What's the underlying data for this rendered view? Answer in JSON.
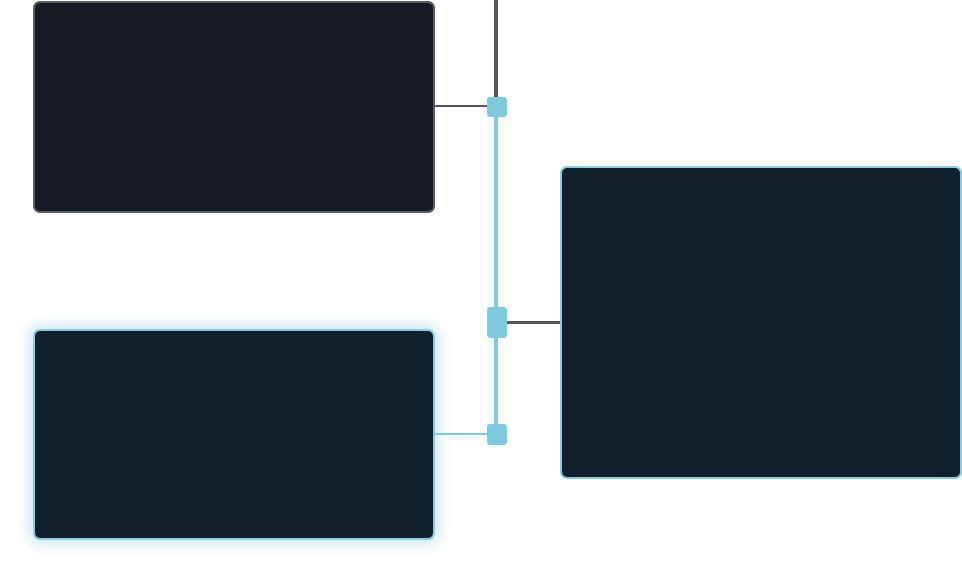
{
  "diagram": {
    "colors": {
      "canvas_background": "#ffffff",
      "card_dark_fill": "#151a24",
      "card_dark_border": "#5a5c66",
      "card_active_fill": "#11202d",
      "card_active_border": "#8ccbe0",
      "active_connector": "#7ecbe0",
      "inactive_connector": "#55565e"
    },
    "cards": [
      {
        "id": "top-left",
        "state": "inactive",
        "text": ""
      },
      {
        "id": "bottom-left",
        "state": "selected",
        "text": ""
      },
      {
        "id": "right",
        "state": "active",
        "text": ""
      }
    ]
  }
}
